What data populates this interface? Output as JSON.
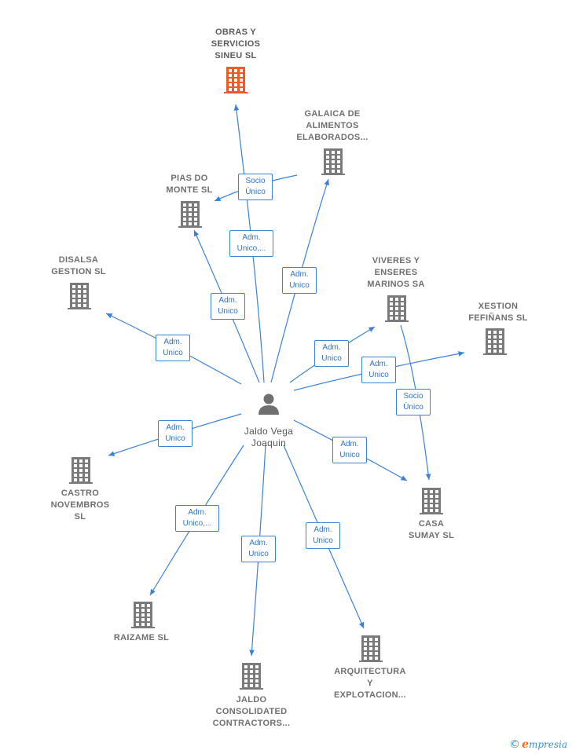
{
  "center": {
    "name": "Jaldo Vega\nJoaquin",
    "icon": "person-icon"
  },
  "colors": {
    "edge": "#3b82d6",
    "building": "#7a7a7a",
    "highlight": "#f05a28"
  },
  "companies": [
    {
      "id": "obras",
      "label": "OBRAS Y\nSERVICIOS\nSINEU  SL",
      "highlight": true
    },
    {
      "id": "galaica",
      "label": "GALAICA DE\nALIMENTOS\nELABORADOS..."
    },
    {
      "id": "pias",
      "label": "PIAS DO\nMONTE  SL"
    },
    {
      "id": "disalsa",
      "label": "DISALSA\nGESTION SL"
    },
    {
      "id": "viveres",
      "label": "VIVERES Y\nENSERES\nMARINOS SA"
    },
    {
      "id": "xestion",
      "label": "XESTION\nFEFIÑANS SL"
    },
    {
      "id": "castro",
      "label": "CASTRO\nNOVEMBROS\nSL"
    },
    {
      "id": "casa",
      "label": "CASA\nSUMAY  SL"
    },
    {
      "id": "raizame",
      "label": "RAIZAME SL"
    },
    {
      "id": "jaldo",
      "label": "JALDO\nCONSOLIDATED\nCONTRACTORS..."
    },
    {
      "id": "arquitectura",
      "label": "ARQUITECTURA\nY\nEXPLOTACION..."
    }
  ],
  "edges": [
    {
      "from": "center",
      "to": "obras",
      "label": "Adm.\nUnico,..."
    },
    {
      "from": "center",
      "to": "galaica",
      "label": "Adm.\nUnico"
    },
    {
      "from": "galaica",
      "to": "pias",
      "label": "Socio\nÚnico"
    },
    {
      "from": "center",
      "to": "pias",
      "label": "Adm.\nUnico"
    },
    {
      "from": "center",
      "to": "disalsa",
      "label": "Adm.\nUnico"
    },
    {
      "from": "center",
      "to": "viveres",
      "label": "Adm.\nUnico"
    },
    {
      "from": "center",
      "to": "xestion",
      "label": "Adm.\nUnico"
    },
    {
      "from": "viveres",
      "to": "casa",
      "label": "Socio\nÚnico"
    },
    {
      "from": "center",
      "to": "castro",
      "label": "Adm.\nUnico"
    },
    {
      "from": "center",
      "to": "casa",
      "label": "Adm.\nUnico"
    },
    {
      "from": "center",
      "to": "raizame",
      "label": "Adm.\nUnico,..."
    },
    {
      "from": "center",
      "to": "jaldo",
      "label": "Adm.\nUnico"
    },
    {
      "from": "center",
      "to": "arquitectura",
      "label": "Adm.\nUnico"
    }
  ],
  "brand": {
    "copyright": "©",
    "initial": "e",
    "rest": "mpresia"
  }
}
